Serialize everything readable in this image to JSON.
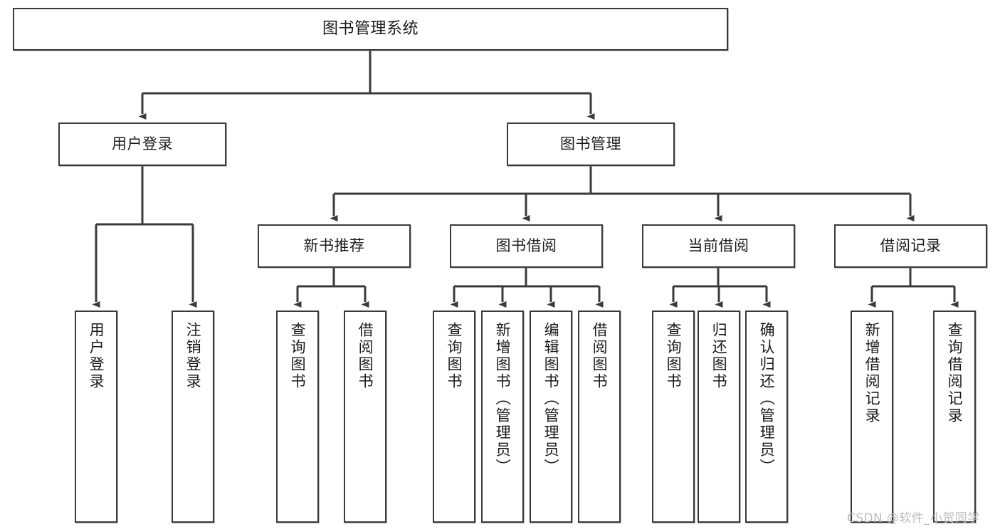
{
  "diagram": {
    "title": "图书管理系统",
    "type": "hierarchy-tree",
    "colors": {
      "background": "#ffffff",
      "box_border": "#3a3a3a",
      "box_fill": "#ffffff",
      "text": "#1a1a1a",
      "edge": "#3a3a3a",
      "watermark": "#bdbdbd"
    },
    "levels": {
      "root": {
        "label": "图书管理系统"
      },
      "level2": [
        {
          "label": "用户登录"
        },
        {
          "label": "图书管理"
        }
      ],
      "level3": [
        {
          "label": "新书推荐"
        },
        {
          "label": "图书借阅"
        },
        {
          "label": "当前借阅"
        },
        {
          "label": "借阅记录"
        }
      ],
      "leaves": {
        "user_login": [
          {
            "label": "用户登录"
          },
          {
            "label": "注销登录"
          }
        ],
        "new_book_recommend": [
          {
            "label": "查询图书"
          },
          {
            "label": "借阅图书"
          }
        ],
        "book_borrow": [
          {
            "label": "查询图书"
          },
          {
            "label": "新增图书（管理员）"
          },
          {
            "label": "编辑图书（管理员）"
          },
          {
            "label": "借阅图书"
          }
        ],
        "current_borrow": [
          {
            "label": "查询图书"
          },
          {
            "label": "归还图书"
          },
          {
            "label": "确认归还（管理员）"
          }
        ],
        "borrow_records": [
          {
            "label": "新增借阅记录"
          },
          {
            "label": "查询借阅记录"
          }
        ]
      }
    },
    "watermark": "CSDN @软件_小贺同学"
  }
}
